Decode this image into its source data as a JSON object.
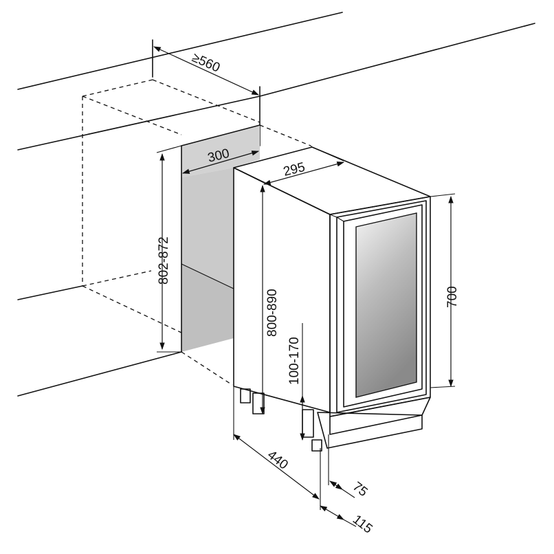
{
  "dimensions": {
    "cabinet_depth_min": "≥560",
    "niche_width": "300",
    "unit_width": "295",
    "niche_height": "802-872",
    "unit_height": "800-890",
    "door_height": "700",
    "leg_height": "100-170",
    "unit_depth": "440",
    "door_thickness": "75",
    "handle_depth": "115"
  },
  "colors": {
    "line": "#111111",
    "niche_shade": "#c7c7c7",
    "glass_light": "#f2f2f2",
    "glass_dark": "#8c8c8c"
  }
}
